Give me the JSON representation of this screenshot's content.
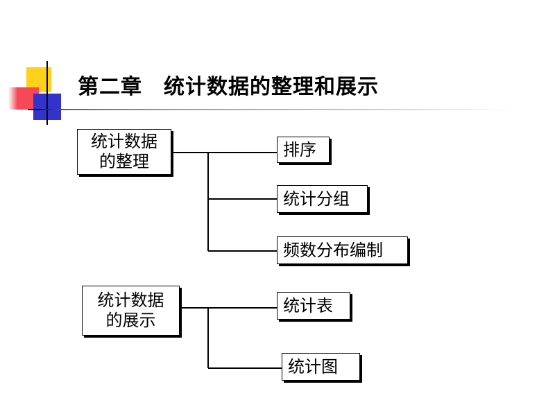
{
  "title": "第二章　统计数据的整理和展示",
  "groups": [
    {
      "label": "统计数据\n的整理",
      "children": [
        "排序",
        "统计分组",
        "频数分布编制"
      ]
    },
    {
      "label": "统计数据\n的展示",
      "children": [
        "统计表",
        "统计图"
      ]
    }
  ],
  "colors": {
    "accent_yellow": "#ffd11a",
    "accent_red": "#f5495a",
    "accent_blue": "#3333cc"
  }
}
